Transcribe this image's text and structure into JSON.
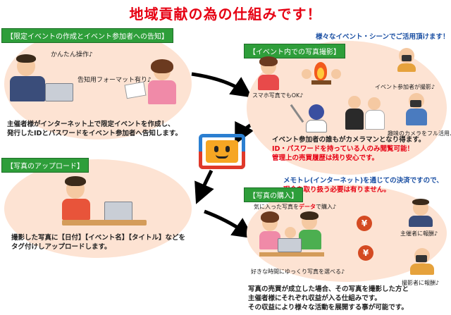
{
  "title": "地域貢献の為の仕組みです！",
  "sections": {
    "announce": {
      "tag": "【限定イベントの作成とイベント参加者への告知】",
      "bubble_easy": "かんたん操作♪",
      "bubble_format": "告知用フォーマット有り♪",
      "body_line1": "主催者様がインターネット上で限定イベントを作成し、",
      "body_line2": "発行したIDとパスワードをイベント参加者へ告知します。"
    },
    "upload": {
      "tag": "【写真のアップロード】",
      "body_line1": "撮影した写真に【日付】【イベント名】【タイトル】などを",
      "body_line2": "タグ付けしアップロードします。"
    },
    "shooting": {
      "header": "様々なイベント・シーンでご活用頂けます！",
      "tag": "【イベント内での写真撮影】",
      "caption_phone": "スマホ写真でもOK♪",
      "caption_participants": "イベント参加者が撮影♪",
      "caption_hobby": "趣味のカメラをフル活用♪",
      "body_line1": "イベント参加者の誰もがカメラマンとなり得ます。",
      "body_line2": "ID・パスワードを持っている人のみ閲覧可能！",
      "body_line3": "管理上の売買履歴は残り安心です。"
    },
    "purchase": {
      "header_line1": "メモトレ(インターネット)を通じての決済ですので、",
      "header_line2": "現金を取り扱う必要は有りません。",
      "tag": "【写真の購入】",
      "caption_buy_pre": "気に入った写真を",
      "caption_buy_data": "データ",
      "caption_buy_post": "で購入♪",
      "caption_choose": "好きな時間にゆっくり写真を選べる♪",
      "caption_reward_host": "主催者に報酬♪",
      "caption_reward_photographer": "撮影者に報酬♪",
      "coin_symbol": "¥",
      "body_line1": "写真の売買が成立した場合、その写真を撮影した方と",
      "body_line2": "主催者様にそれぞれ収益が入る仕組みです。",
      "body_line3": "その収益により様々な活動を展開する事が可能です。"
    }
  },
  "colors": {
    "title_red": "#e60012",
    "tag_green": "#2e9e3a",
    "blob_peach": "#fde3d3",
    "header_blue": "#1a4fa3",
    "arrow_black": "#000000",
    "arrow_blue": "#2b63c9",
    "coin_orange": "#d44a22"
  }
}
